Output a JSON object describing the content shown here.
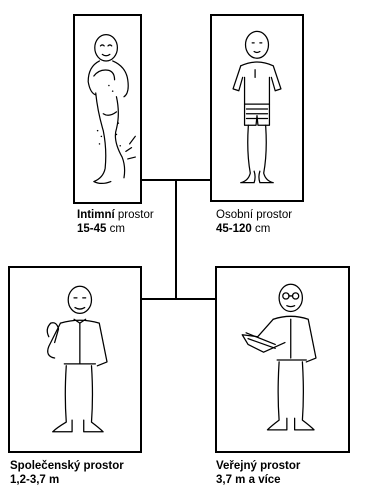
{
  "zones": [
    {
      "id": "intimate",
      "name_bold": "Intimní",
      "name_rest": " prostor",
      "dist_bold": "15-45",
      "dist_rest": " cm"
    },
    {
      "id": "personal",
      "name_bold": "",
      "name_rest": "Osobní prostor",
      "dist_bold": "45-120",
      "dist_rest": " cm"
    },
    {
      "id": "social",
      "name_bold": "Společenský prostor",
      "name_rest": "",
      "dist_bold": "1,2-3,7 m",
      "dist_rest": ""
    },
    {
      "id": "public",
      "name_bold": "Veřejný prostor",
      "name_rest": "",
      "dist_bold": "3,7 m a více",
      "dist_rest": ""
    }
  ],
  "colors": {
    "line": "#000000",
    "background": "#ffffff"
  }
}
